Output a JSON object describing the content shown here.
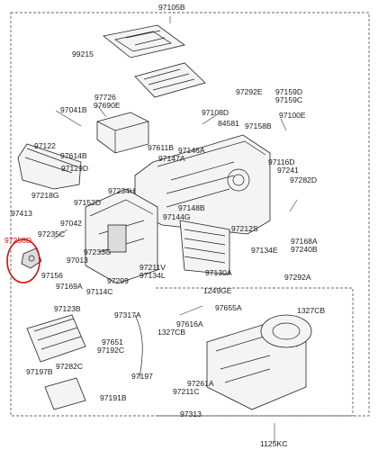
{
  "part_labels": [
    "97105B",
    "99215",
    "97726",
    "97690E",
    "97041B",
    "97108D",
    "97292E",
    "97159D",
    "97159C",
    "84581",
    "97158B",
    "97100E",
    "97122",
    "97614B",
    "97129D",
    "97611B",
    "97146A",
    "97147A",
    "97116D",
    "97241",
    "97282D",
    "97218G",
    "97234H",
    "97152D",
    "97413",
    "97258D",
    "97235C",
    "97042",
    "97148B",
    "97144G",
    "97212S",
    "97013",
    "97233G",
    "97168A",
    "97240B",
    "97134E",
    "97156",
    "97169A",
    "97114C",
    "97299",
    "97211V",
    "97134L",
    "97130A",
    "97292A",
    "1249GE",
    "97123B",
    "97655A",
    "97616A",
    "1327CB",
    "97317A",
    "1327CB",
    "97651",
    "97192C",
    "97282C",
    "97197B",
    "97197",
    "97261A",
    "97211C",
    "97191B",
    "97313",
    "1125KC"
  ],
  "highlight": {
    "label": "97258D",
    "color": "#cc1111"
  }
}
